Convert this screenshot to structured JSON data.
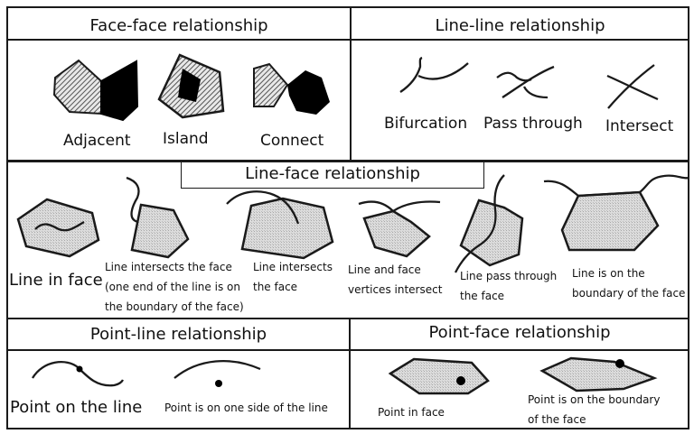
{
  "sections": {
    "face_face": {
      "title": "Face-face relationship",
      "items": [
        {
          "label": "Adjacent",
          "icon": "adjacent-faces-icon"
        },
        {
          "label": "Island",
          "icon": "island-face-icon"
        },
        {
          "label": "Connect",
          "icon": "connected-faces-icon"
        }
      ]
    },
    "line_line": {
      "title": "Line-line relationship",
      "items": [
        {
          "label": "Bifurcation",
          "icon": "bifurcation-lines-icon"
        },
        {
          "label": "Pass through",
          "icon": "pass-through-lines-icon"
        },
        {
          "label": "Intersect",
          "icon": "intersecting-lines-icon"
        }
      ]
    },
    "line_face": {
      "title": "Line-face relationship",
      "items": [
        {
          "label": "Line in face",
          "icon": "line-in-face-icon"
        },
        {
          "label_lines": [
            "Line intersects the face",
            "(one end of the line is on",
            "the boundary of the face)"
          ],
          "icon": "line-end-on-boundary-icon"
        },
        {
          "label_lines": [
            "Line intersects",
            "the face"
          ],
          "icon": "line-intersects-face-icon"
        },
        {
          "label_lines": [
            "Line and face",
            "vertices intersect"
          ],
          "icon": "line-face-vertex-icon"
        },
        {
          "label_lines": [
            "Line pass through",
            "the face"
          ],
          "icon": "line-passes-face-icon"
        },
        {
          "label_lines": [
            "Line is on the",
            "boundary of the face"
          ],
          "icon": "line-on-boundary-icon"
        }
      ]
    },
    "point_line": {
      "title": "Point-line relationship",
      "items": [
        {
          "label": "Point on the line",
          "icon": "point-on-line-icon"
        },
        {
          "label": "Point is on one side of the line",
          "icon": "point-beside-line-icon"
        }
      ]
    },
    "point_face": {
      "title": "Point-face relationship",
      "items": [
        {
          "label": "Point in face",
          "icon": "point-in-face-icon"
        },
        {
          "label_lines": [
            "Point is on the boundary",
            "of the face"
          ],
          "icon": "point-on-face-boundary-icon"
        }
      ]
    }
  },
  "colors": {
    "stroke": "#1a1a1a",
    "face_fill_light": "#d4d4d4",
    "face_fill_hatched": "#9a9a9a",
    "face_fill_dark": "#000000"
  }
}
